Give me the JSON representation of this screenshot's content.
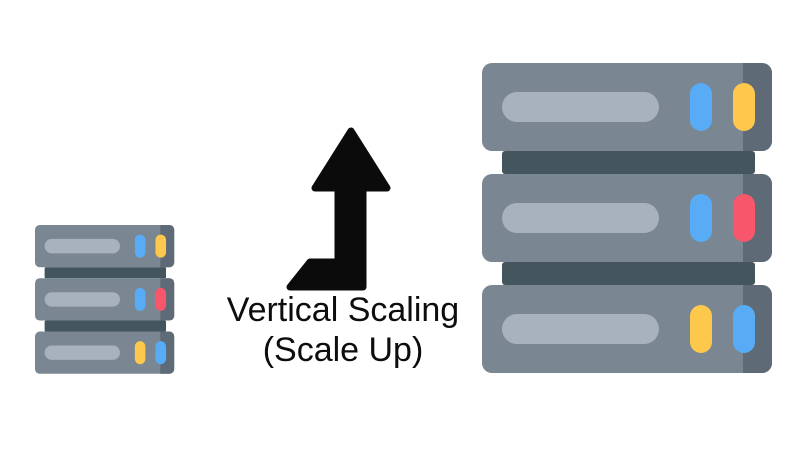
{
  "caption": {
    "line1": "Vertical Scaling",
    "line2": "(Scale Up)"
  },
  "arrow": {
    "icon": "up-arrow-icon",
    "direction": "up",
    "color": "#0B0B0B"
  },
  "palette": {
    "background": "#FFFFFF",
    "server_body": "#7A8792",
    "server_side": "#5E6B76",
    "server_vent": "#A7B2BD",
    "server_connector": "#45555E",
    "led_blue": "#58ACF5",
    "led_yellow": "#FDC84B",
    "led_red": "#F8576B"
  },
  "servers": [
    {
      "id": "small-server-stack",
      "scale": 0.48,
      "units": [
        {
          "leds": [
            "blue",
            "yellow"
          ]
        },
        {
          "leds": [
            "blue",
            "red"
          ]
        },
        {
          "leds": [
            "yellow",
            "blue"
          ]
        }
      ]
    },
    {
      "id": "large-server-stack",
      "scale": 1,
      "units": [
        {
          "leds": [
            "blue",
            "yellow"
          ]
        },
        {
          "leds": [
            "blue",
            "red"
          ]
        },
        {
          "leds": [
            "yellow",
            "blue"
          ]
        }
      ]
    }
  ]
}
